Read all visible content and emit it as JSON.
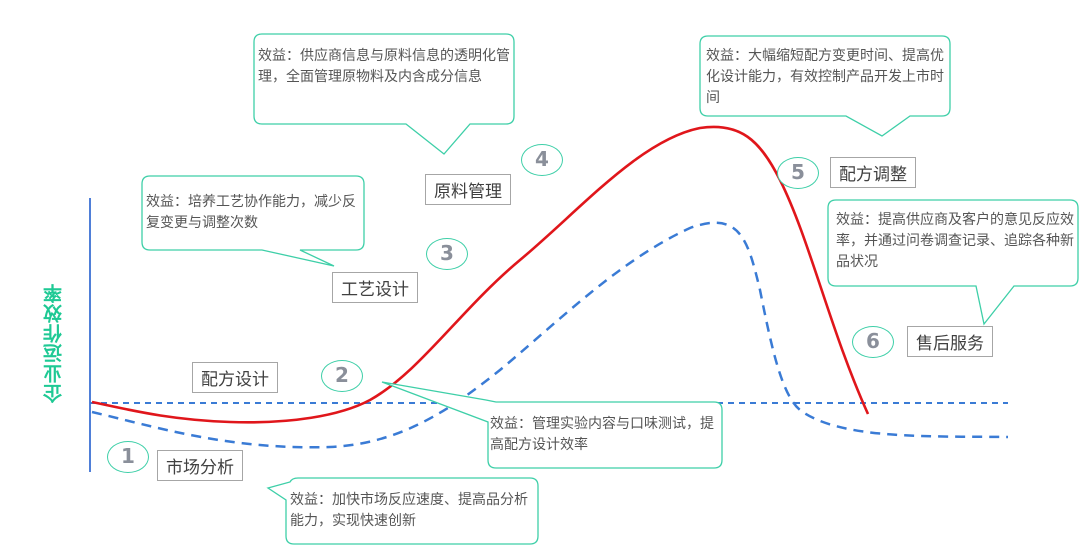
{
  "y_axis_label": "企业运作效率",
  "colors": {
    "solid_curve": "#e0161b",
    "dashed_curve": "#3a7bd5",
    "axis": "#4f7fd8",
    "callout_border": "#3ecfa8",
    "badge_border": "#3ecfa8"
  },
  "stages": [
    {
      "number": "1",
      "label": "市场分析",
      "benefit": "效益：加快市场反应速度、提高品分析能力，实现快速创新"
    },
    {
      "number": "2",
      "label": "配方设计",
      "benefit": "效益：管理实验内容与口味测试，提高配方设计效率"
    },
    {
      "number": "3",
      "label": "工艺设计",
      "benefit": "效益：培养工艺协作能力，减少反复变更与调整次数"
    },
    {
      "number": "4",
      "label": "原料管理",
      "benefit": "效益：供应商信息与原料信息的透明化管理，全面管理原物料及内含成分信息"
    },
    {
      "number": "5",
      "label": "配方调整",
      "benefit": "效益：大幅缩短配方变更时间、提高优化设计能力，有效控制产品开发上市时间"
    },
    {
      "number": "6",
      "label": "售后服务",
      "benefit": "效益：提高供应商及客户的意见反应效率，并通过问卷调查记录、追踪各种新品状况"
    }
  ]
}
